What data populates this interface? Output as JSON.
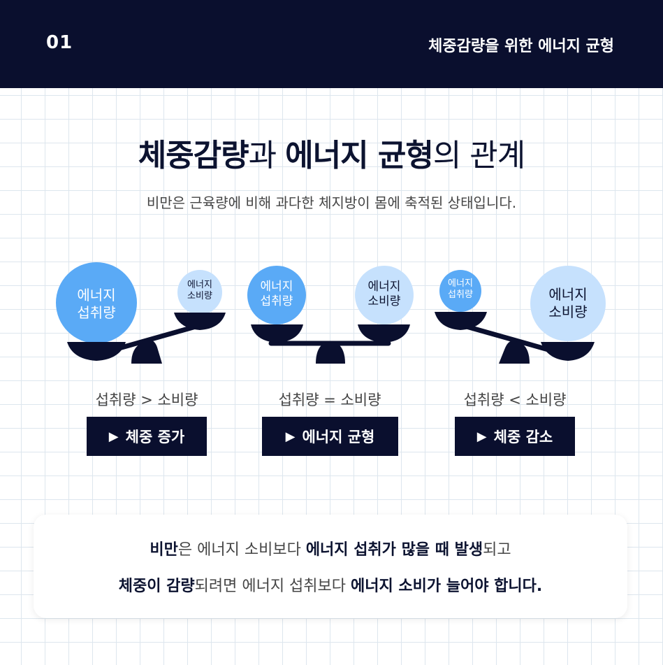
{
  "header": {
    "number": "01",
    "title": "체중감량을 위한 에너지 균형"
  },
  "title": {
    "part1_bold": "체중감량",
    "part2": "과 ",
    "part3_bold": "에너지 균형",
    "part4": "의 관계"
  },
  "subtitle": "비만은 근육량에 비해 과다한 체지방이 몸에 축적된 상태입니다.",
  "scales": [
    {
      "left_ball": {
        "line1": "에너지",
        "line2": "섭취량"
      },
      "right_ball": {
        "line1": "에너지",
        "line2": "소비량"
      },
      "comparison": "섭취량 > 소비량",
      "result": "체중 증가"
    },
    {
      "left_ball": {
        "line1": "에너지",
        "line2": "섭취량"
      },
      "right_ball": {
        "line1": "에너지",
        "line2": "소비량"
      },
      "comparison": "섭취량 = 소비량",
      "result": "에너지 균형"
    },
    {
      "left_ball": {
        "line1": "에너지",
        "line2": "섭취량"
      },
      "right_ball": {
        "line1": "에너지",
        "line2": "소비량"
      },
      "comparison": "섭취량 < 소비량",
      "result": "체중 감소"
    }
  ],
  "play_glyph": "▶",
  "summary": {
    "line1": [
      {
        "text": "비만",
        "bold": true
      },
      {
        "text": "은 에너지 소비보다 ",
        "bold": false
      },
      {
        "text": "에너지 섭취가 많을 때 발생",
        "bold": true
      },
      {
        "text": "되고",
        "bold": false
      }
    ],
    "line2": [
      {
        "text": "체중이 감량",
        "bold": true
      },
      {
        "text": "되려면 에너지 섭취보다 ",
        "bold": false
      },
      {
        "text": "에너지 소비가 늘어야 합니다.",
        "bold": true
      }
    ]
  },
  "colors": {
    "navy": "#0a0f2e",
    "ball_strong": "#5aaaf6",
    "ball_light": "#c6e1fd"
  }
}
